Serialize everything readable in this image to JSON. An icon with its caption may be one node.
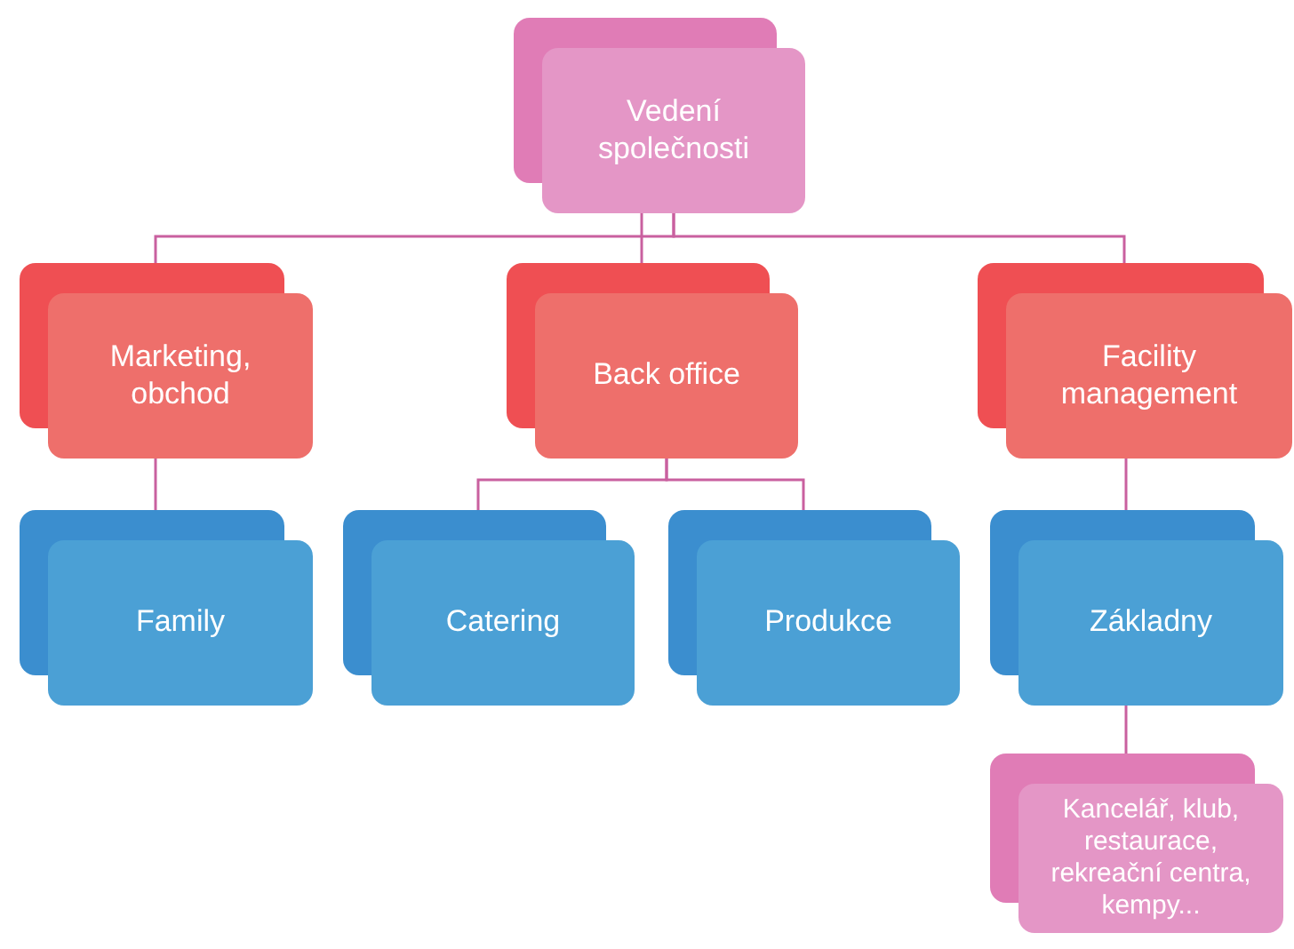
{
  "diagram": {
    "nodes": [
      {
        "text": [
          "Vedení společnosti"
        ]
      },
      {
        "text": [
          "Marketing, obchod"
        ]
      },
      {
        "text": [
          "Back office"
        ]
      },
      {
        "text": [
          "Facility management"
        ]
      },
      {
        "text": [
          "Family"
        ]
      },
      {
        "text": [
          "Catering"
        ]
      },
      {
        "text": [
          "Produkce"
        ]
      },
      {
        "text": [
          "Základny"
        ]
      },
      {
        "text": [
          "Kancelář, klub, restaurace, rekreační centra, kempy..."
        ]
      }
    ],
    "edges": [
      {
        "from": 0,
        "to": 1,
        "arrow": "none"
      },
      {
        "from": 0,
        "to": 2,
        "arrow": "none"
      },
      {
        "from": 0,
        "to": 3,
        "arrow": "none"
      },
      {
        "from": 1,
        "to": 4,
        "arrow": "none"
      },
      {
        "from": 2,
        "to": 5,
        "arrow": "none"
      },
      {
        "from": 2,
        "to": 6,
        "arrow": "none"
      },
      {
        "from": 3,
        "to": 7,
        "arrow": "none"
      },
      {
        "from": 7,
        "to": 8,
        "arrow": "none"
      }
    ]
  }
}
